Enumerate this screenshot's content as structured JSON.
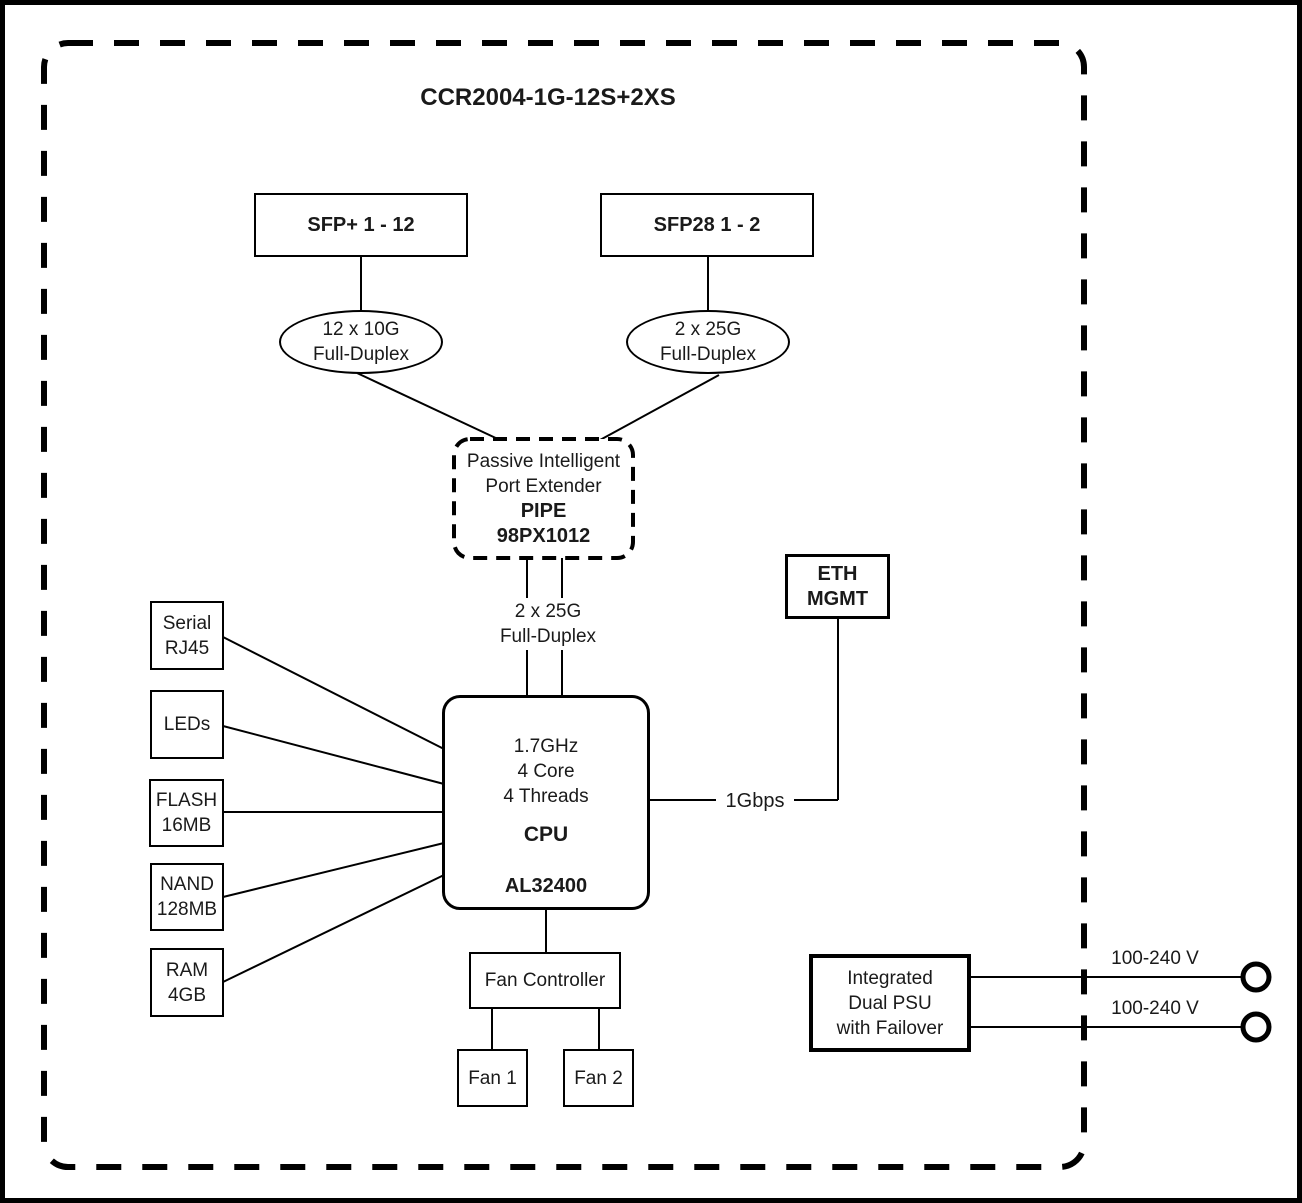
{
  "title": "CCR2004-1G-12S+2XS",
  "colors": {
    "line": "#000000",
    "background": "#ffffff",
    "text": "#1a1a1a"
  },
  "nodes": {
    "sfp_plus": {
      "label": "SFP+ 1 - 12"
    },
    "sfp28": {
      "label": "SFP28 1 - 2"
    },
    "link_10g": {
      "line1": "12 x 10G",
      "line2": "Full-Duplex"
    },
    "link_25g": {
      "line1": "2 x 25G",
      "line2": "Full-Duplex"
    },
    "pipe": {
      "line1": "Passive Intelligent",
      "line2": "Port Extender",
      "name": "PIPE",
      "model": "98PX1012"
    },
    "eth_mgmt": {
      "line1": "ETH",
      "line2": "MGMT"
    },
    "cpu": {
      "spec1": "1.7GHz",
      "spec2": "4 Core",
      "spec3": "4 Threads",
      "label": "CPU",
      "model": "AL32400"
    },
    "serial": {
      "line1": "Serial",
      "line2": "RJ45"
    },
    "leds": {
      "label": "LEDs"
    },
    "flash": {
      "line1": "FLASH",
      "line2": "16MB"
    },
    "nand": {
      "line1": "NAND",
      "line2": "128MB"
    },
    "ram": {
      "line1": "RAM",
      "line2": "4GB"
    },
    "fan_controller": {
      "label": "Fan Controller"
    },
    "fan1": {
      "label": "Fan 1"
    },
    "fan2": {
      "label": "Fan 2"
    },
    "psu": {
      "line1": "Integrated",
      "line2": "Dual PSU",
      "line3": "with Failover"
    }
  },
  "edges": {
    "pipe_cpu": {
      "line1": "2 x 25G",
      "line2": "Full-Duplex"
    },
    "cpu_eth": {
      "label": "1Gbps"
    },
    "psu_in1": {
      "label": "100-240 V"
    },
    "psu_in2": {
      "label": "100-240 V"
    }
  }
}
